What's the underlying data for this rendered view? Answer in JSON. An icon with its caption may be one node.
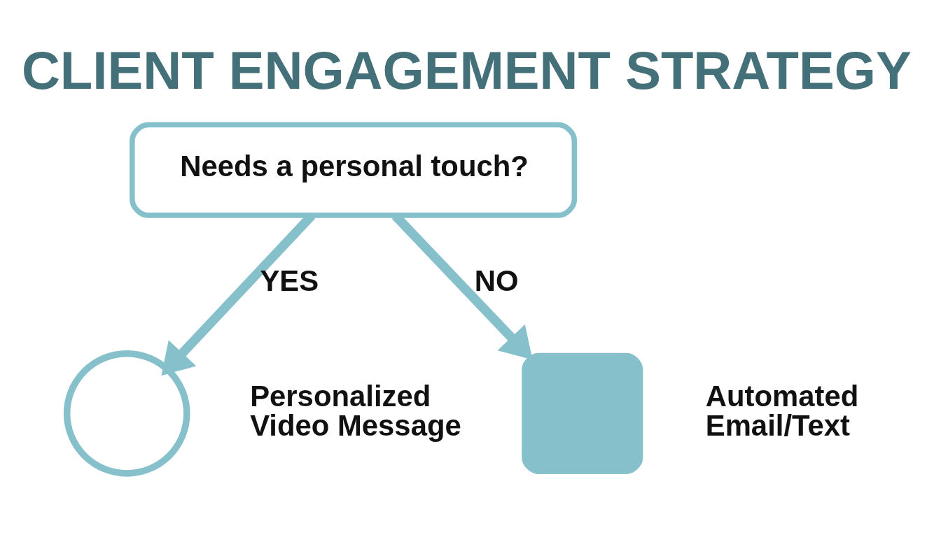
{
  "diagram": {
    "title": "CLIENT ENGAGEMENT STRATEGY",
    "nodes": [
      {
        "text": [
          "Needs a personal touch?"
        ]
      },
      {
        "text": [],
        "shape": "circle",
        "beside": [
          "Personalized Video Message"
        ]
      },
      {
        "text": [],
        "shape": "box",
        "beside": [
          "Automated Email/Text"
        ]
      }
    ],
    "edges": [
      {
        "from": 0,
        "to": 1,
        "arrow": "to",
        "label": "YES"
      },
      {
        "from": 0,
        "to": 2,
        "arrow": "to",
        "label": "NO"
      }
    ]
  }
}
